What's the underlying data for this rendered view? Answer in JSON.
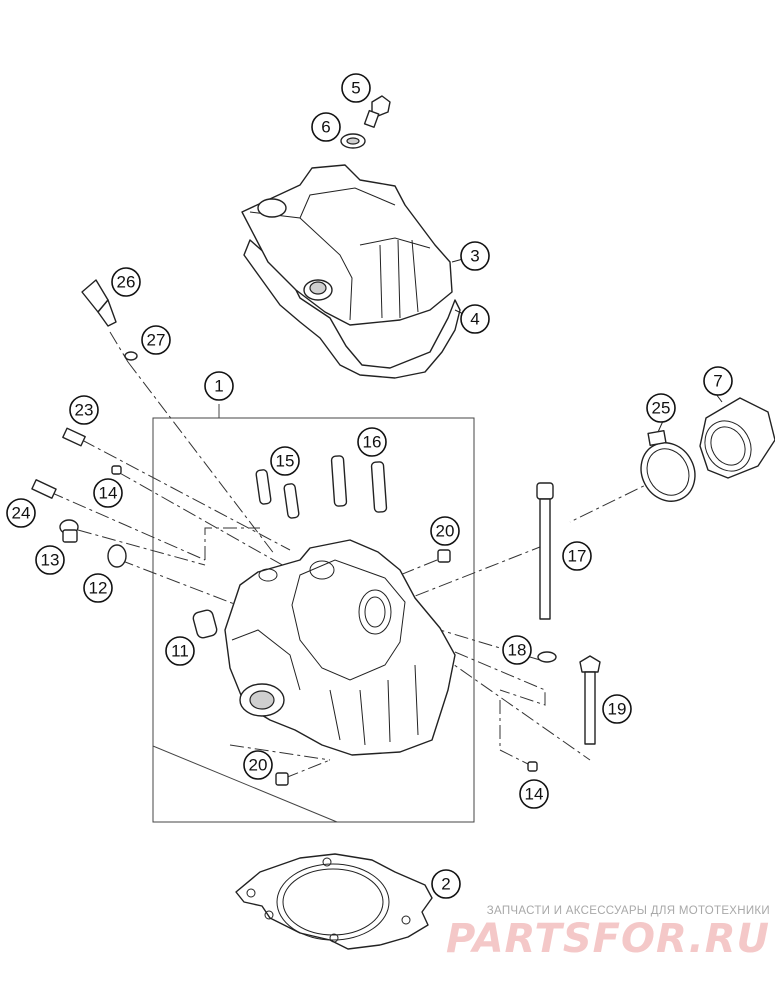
{
  "callouts": [
    "1",
    "2",
    "3",
    "4",
    "5",
    "6",
    "7",
    "11",
    "12",
    "13",
    "14",
    "14",
    "15",
    "16",
    "17",
    "18",
    "19",
    "20",
    "20",
    "23",
    "24",
    "25",
    "26",
    "27"
  ],
  "watermark": {
    "tagline": "ЗАПЧАСТИ И АКСЕССУАРЫ ДЛЯ МОТОТЕХНИКИ",
    "logo": "PARTSFOR.RU",
    "color": "#f4c8c8"
  }
}
